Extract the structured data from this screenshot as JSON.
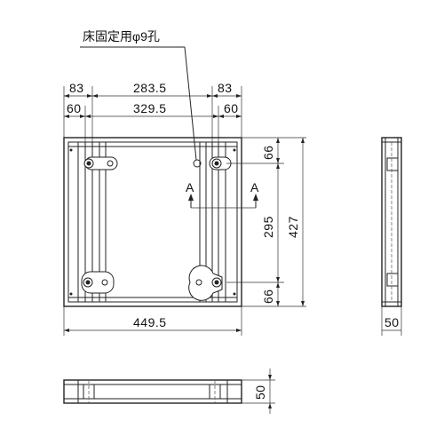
{
  "drawing": {
    "callout_label": "床固定用φ9孔",
    "section_marker": "A",
    "dimensions": {
      "top_left_outer": "83",
      "top_center_outer": "283.5",
      "top_right_outer": "83",
      "top_left_inner": "60",
      "top_center_inner": "329.5",
      "top_right_inner": "60",
      "bottom_width": "449.5",
      "right_upper": "66",
      "right_middle": "295",
      "right_lower": "66",
      "right_total": "427",
      "side_view_width": "50",
      "bottom_view_height": "50"
    }
  }
}
